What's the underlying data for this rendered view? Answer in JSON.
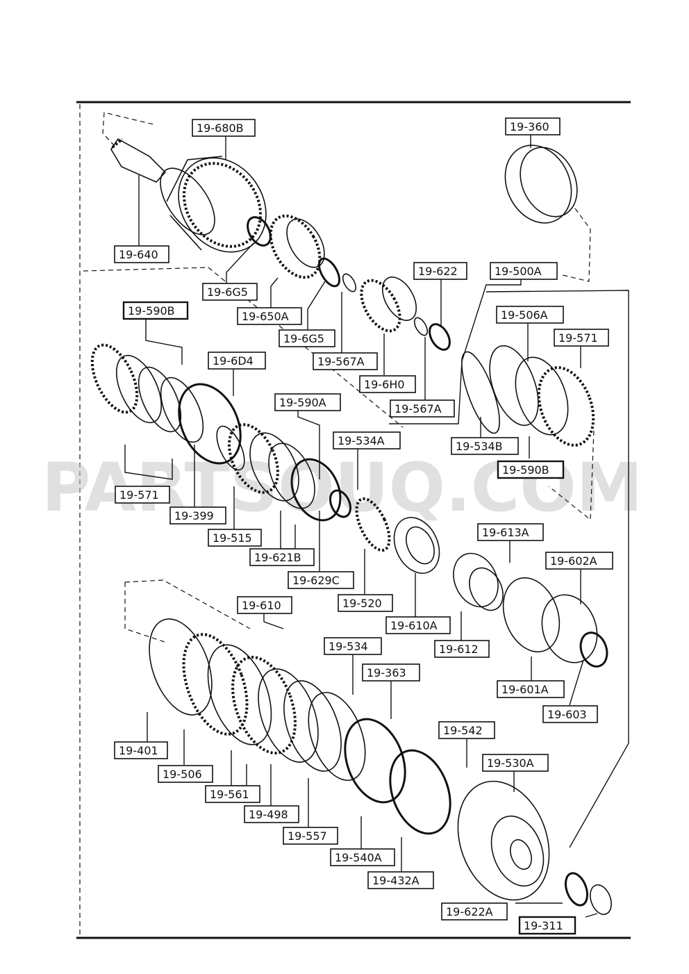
{
  "watermark": "PARTSOUQ.COM",
  "labels": {
    "l680b": "19-680B",
    "l360": "19-360",
    "l640": "19-640",
    "l6g5a": "19-6G5",
    "l650a": "19-650A",
    "l6g5b": "19-6G5",
    "l567a1": "19-567A",
    "l6h0": "19-6H0",
    "l567a2": "19-567A",
    "l622": "19-622",
    "l500a": "19-500A",
    "l506a": "19-506A",
    "l571a": "19-571",
    "l590b1": "19-590B",
    "l6d4": "19-6D4",
    "l590a": "19-590A",
    "l534a": "19-534A",
    "l534b": "19-534B",
    "l590b2": "19-590B",
    "l571b": "19-571",
    "l399": "19-399",
    "l515": "19-515",
    "l621b": "19-621B",
    "l629c": "19-629C",
    "l520": "19-520",
    "l610a": "19-610A",
    "l613a": "19-613A",
    "l602a": "19-602A",
    "l612": "19-612",
    "l601a": "19-601A",
    "l603": "19-603",
    "l610": "19-610",
    "l534": "19-534",
    "l363": "19-363",
    "l542": "19-542",
    "l530a": "19-530A",
    "l401": "19-401",
    "l506": "19-506",
    "l561": "19-561",
    "l498": "19-498",
    "l557": "19-557",
    "l540a": "19-540A",
    "l432a": "19-432A",
    "l622a": "19-622A",
    "l311": "19-311"
  }
}
